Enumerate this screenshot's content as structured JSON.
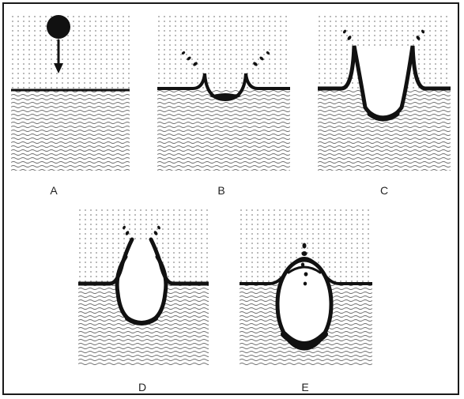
{
  "figure": {
    "panels": [
      {
        "id": "A",
        "label": "A",
        "stage": "drop-falling"
      },
      {
        "id": "B",
        "label": "B",
        "stage": "impact-crater"
      },
      {
        "id": "C",
        "label": "C",
        "stage": "crater-deepening"
      },
      {
        "id": "D",
        "label": "D",
        "stage": "cavity-closing"
      },
      {
        "id": "E",
        "label": "E",
        "stage": "bubble-entrapped"
      }
    ],
    "colors": {
      "liquid_wave": "#6e6e6e",
      "air_dot": "#8a8a8a",
      "ink": "#111111",
      "background": "#ffffff",
      "frame": "#1a1a1a"
    }
  }
}
